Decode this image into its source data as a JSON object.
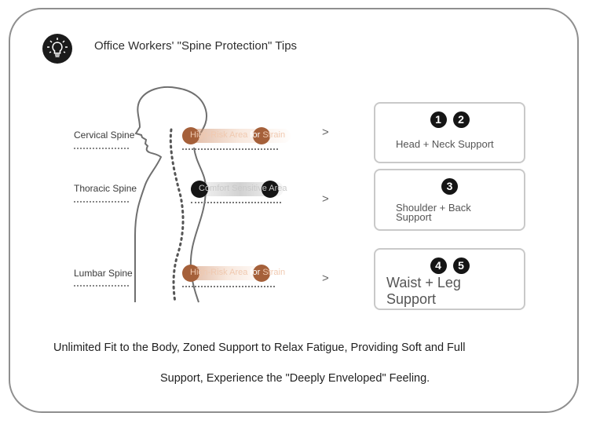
{
  "header": {
    "icon": "lightbulb-icon",
    "title": "Office Workers' \"Spine Protection\" Tips"
  },
  "spine_regions": [
    {
      "label": "Cervical Spine",
      "zone_text": "High-Risk Area",
      "zone_join": "for",
      "zone_end": "Strain",
      "zone_type": "high-risk"
    },
    {
      "label": "Thoracic Spine",
      "zone_text": "Comfort Sensitive",
      "zone_join": "",
      "zone_end": "Area",
      "zone_type": "comfort"
    },
    {
      "label": "Lumbar Spine",
      "zone_text": "High-Risk Area",
      "zone_join": "for",
      "zone_end": "Strain",
      "zone_type": "high-risk"
    }
  ],
  "arrow_glyph": ">",
  "support_cards": [
    {
      "badges": [
        "1",
        "2"
      ],
      "label": "Head + Neck Support"
    },
    {
      "badges": [
        "3"
      ],
      "label_line1": "Shoulder + Back",
      "label_line2": "Support"
    },
    {
      "badges": [
        "4",
        "5"
      ],
      "label_line1": "Waist + Leg",
      "label_line2": "Support"
    }
  ],
  "footer": {
    "line1": "Unlimited Fit to the Body, Zoned Support to Relax Fatigue, Providing Soft and Full",
    "line2": "Support, Experience the \"Deeply Enveloped\" Feeling."
  },
  "colors": {
    "high_risk": "#a5603a",
    "comfort": "#151515",
    "border": "#8f8f8f"
  }
}
